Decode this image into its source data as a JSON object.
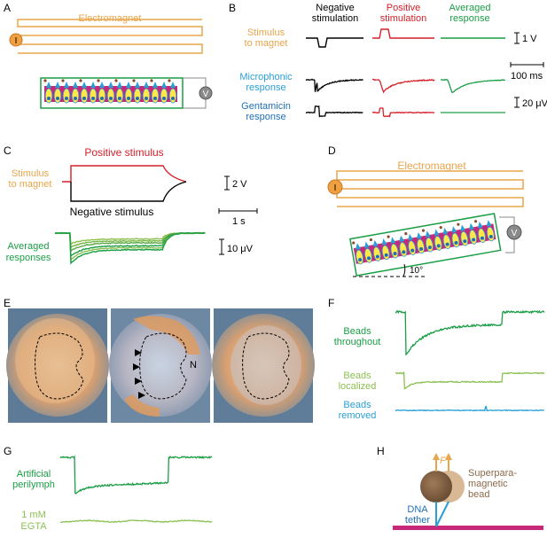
{
  "panels": {
    "a": {
      "letter": "A",
      "electromagnet": "Electromagnet",
      "current": "I",
      "voltmeter": "V"
    },
    "b": {
      "letter": "B",
      "col_neg": [
        "Negative",
        "stimulation"
      ],
      "col_pos": [
        "Positive",
        "stimulation"
      ],
      "col_avg": [
        "Averaged",
        "response"
      ],
      "row_stim": [
        "Stimulus",
        "to magnet"
      ],
      "row_micro": [
        "Microphonic",
        "response"
      ],
      "row_genta": [
        "Gentamicin",
        "response"
      ],
      "scale_v": "1 V",
      "scale_t": "100 ms",
      "scale_uv": "20 μV"
    },
    "c": {
      "letter": "C",
      "pos_stim": "Positive stimulus",
      "neg_stim": "Negative stimulus",
      "row_stim": [
        "Stimulus",
        "to magnet"
      ],
      "row_avg": [
        "Averaged",
        "responses"
      ],
      "scale_v": "2 V",
      "scale_t": "1 s",
      "scale_uv": "10 μV"
    },
    "d": {
      "letter": "D",
      "electromagnet": "Electromagnet",
      "current": "I",
      "voltmeter": "V",
      "angle": "10°"
    },
    "e": {
      "letter": "E",
      "n_label": "N"
    },
    "f": {
      "letter": "F",
      "row1": [
        "Beads",
        "throughout"
      ],
      "row2": [
        "Beads",
        "localized"
      ],
      "row3": [
        "Beads",
        "removed"
      ]
    },
    "g": {
      "letter": "G",
      "row1": [
        "Artificial",
        "perilymph"
      ],
      "row2": [
        "1 mM",
        "EGTA"
      ]
    },
    "h": {
      "letter": "H",
      "force": "F",
      "bead": [
        "Superpara-",
        "magnetic",
        "bead"
      ],
      "tether": [
        "DNA",
        "tether"
      ]
    }
  },
  "colors": {
    "orange": "#e8a54a",
    "red": "#d6202a",
    "green": "#1a9e45",
    "lightgreen": "#8cc152",
    "cyan": "#2a9fd6",
    "blue": "#1f6fb5",
    "magenta": "#c8287a",
    "yellow": "#ffe84a",
    "brown": "#8b6a4a",
    "tan": "#c9a27d",
    "gray": "#9a9a9a"
  }
}
